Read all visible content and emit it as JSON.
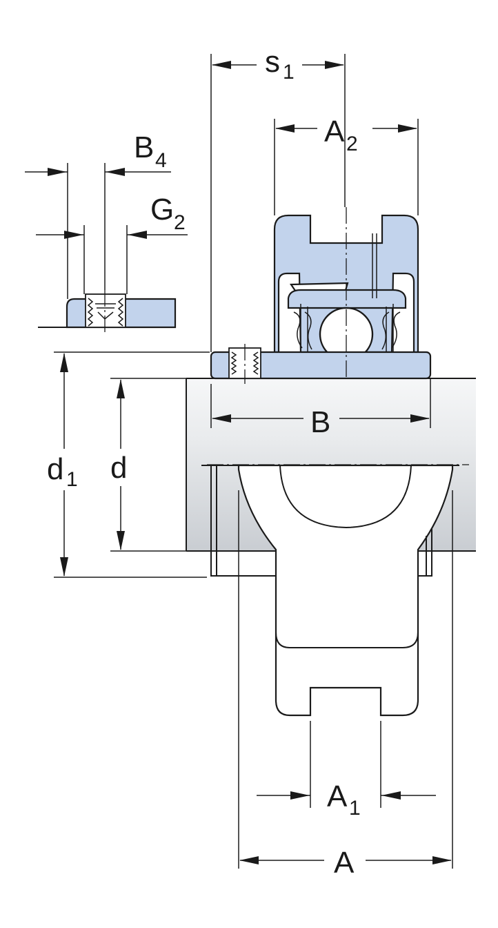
{
  "labels": {
    "s": "s",
    "s_sub": "1",
    "a2": "A",
    "a2_sub": "2",
    "b4": "B",
    "b4_sub": "4",
    "g2": "G",
    "g2_sub": "2",
    "b": "B",
    "d1": "d",
    "d1_sub": "1",
    "d": "d",
    "a1": "A",
    "a1_sub": "1",
    "a": "A"
  },
  "colors": {
    "part_fill": "#c2d3ec",
    "shaft_fill": "#dcdfe3",
    "line": "#1a1a1a"
  }
}
